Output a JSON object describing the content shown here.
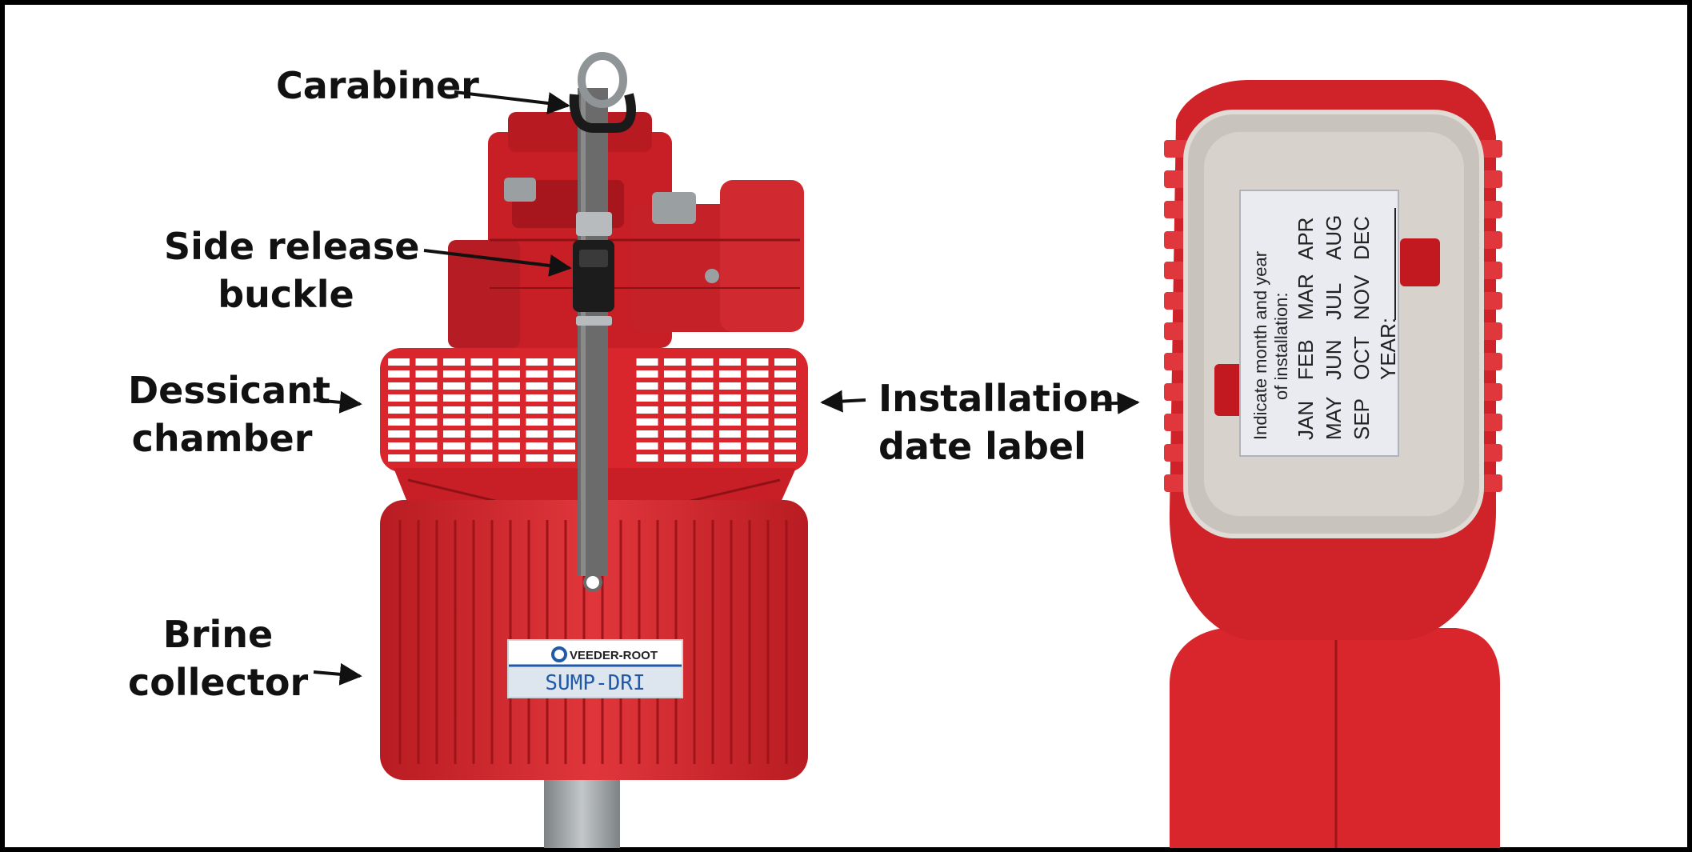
{
  "callouts": {
    "carabiner": "Carabiner",
    "side_release_buckle": [
      "Side release",
      "buckle"
    ],
    "dessicant_chamber": [
      "Dessicant",
      "chamber"
    ],
    "brine_collector": [
      "Brine",
      "collector"
    ],
    "installation_date_label": [
      "Installation",
      "date label"
    ]
  },
  "product_badge": {
    "brand": "VEEDER-ROOT",
    "product": "SUMP-DRI"
  },
  "date_label": {
    "instruction_line1": "Indicate month and year",
    "instruction_line2": "of installation:",
    "months_row1": [
      "JAN",
      "FEB",
      "MAR",
      "APR"
    ],
    "months_row2": [
      "MAY",
      "JUN",
      "JUL",
      "AUG"
    ],
    "months_row3": [
      "SEP",
      "OCT",
      "NOV",
      "DEC"
    ],
    "year_label": "YEAR:"
  },
  "colors": {
    "product_red": "#d8262c",
    "dark_red": "#8e1116",
    "strap_gray": "#6b6b6b",
    "gasket_gray": "#c9c3bd",
    "pipe_gray": "#a9adaf",
    "brand_blue": "#1f5aa8"
  }
}
